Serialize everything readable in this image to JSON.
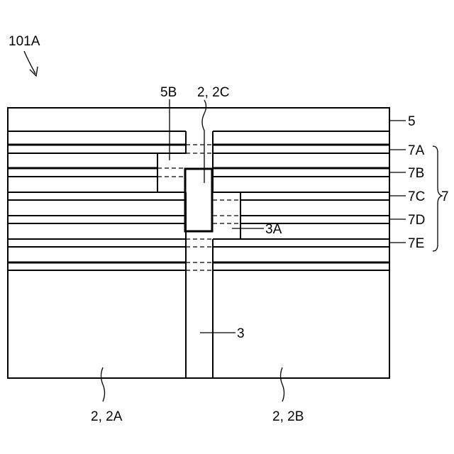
{
  "figure_ref": "101A",
  "labels": {
    "top_layer": "5",
    "protrusion_top": "5B",
    "region_top": "2, 2C",
    "stripe_a": "7A",
    "stripe_b": "7B",
    "stripe_c": "7C",
    "stripe_d": "7D",
    "stripe_e": "7E",
    "stripe_group": "7",
    "protrusion_right": "3A",
    "column": "3",
    "region_left": "2, 2A",
    "region_right": "2, 2B"
  }
}
